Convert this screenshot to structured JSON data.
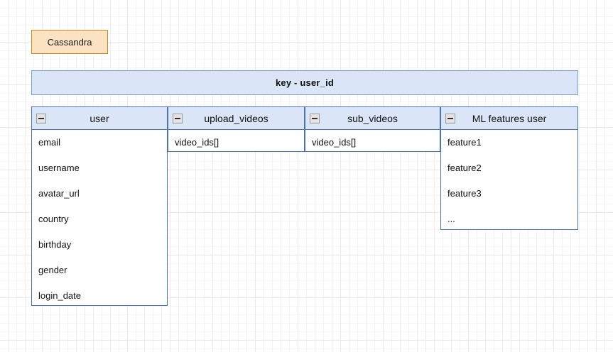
{
  "diagram": {
    "db_label": "Cassandra",
    "key_bar": "key - user_id",
    "collapse_icon_name": "collapse-minus-icon",
    "colors": {
      "db_label_fill": "#fae2c2",
      "db_label_border": "#c98a22",
      "table_header_fill": "#dae6f7",
      "table_border": "#4a73b8",
      "key_bar_border": "#7e9fcc",
      "grid_minor": "#f3f3f3",
      "grid_major": "#e8e8e8",
      "text": "#111111"
    },
    "tables": [
      {
        "id": "user",
        "title": "user",
        "rows": [
          "email",
          "username",
          "avatar_url",
          "country",
          "birthday",
          "gender",
          "login_date"
        ]
      },
      {
        "id": "upload",
        "title": "upload_videos",
        "rows": [
          "video_ids[]"
        ]
      },
      {
        "id": "sub",
        "title": "sub_videos",
        "rows": [
          "video_ids[]"
        ]
      },
      {
        "id": "ml",
        "title": "ML features user",
        "rows": [
          "feature1",
          "feature2",
          "feature3",
          "..."
        ]
      }
    ]
  }
}
